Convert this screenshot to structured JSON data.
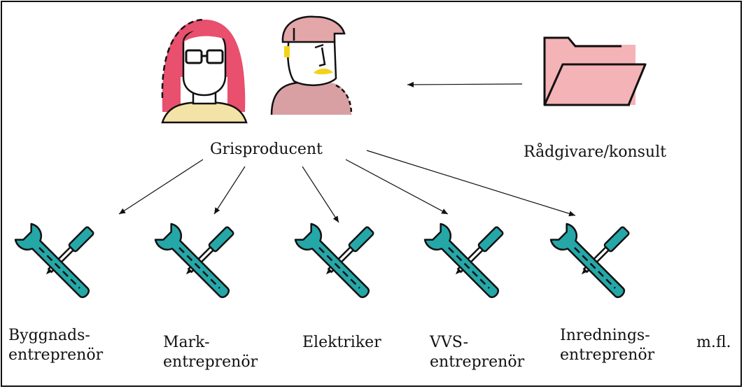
{
  "center_label": "Grisproducent",
  "advisor_label": "Rådgivare/konsult",
  "contractors": [
    {
      "line1": "Byggnads-",
      "line2": "entreprenör"
    },
    {
      "line1": "Mark-",
      "line2": "entreprenör"
    },
    {
      "line1": "Elektriker",
      "line2": ""
    },
    {
      "line1": "VVS-",
      "line2": "entreprenör"
    },
    {
      "line1": "Inrednings-",
      "line2": "entreprenör"
    }
  ],
  "others_label": "m.fl.",
  "colors": {
    "hair": "#e8506e",
    "cap": "#e3a6a9",
    "shirt": "#d9a0a3",
    "folder": "#f4b3b6",
    "tool": "#25a7a8",
    "accent_yellow": "#f3d31a",
    "line": "#111111"
  }
}
